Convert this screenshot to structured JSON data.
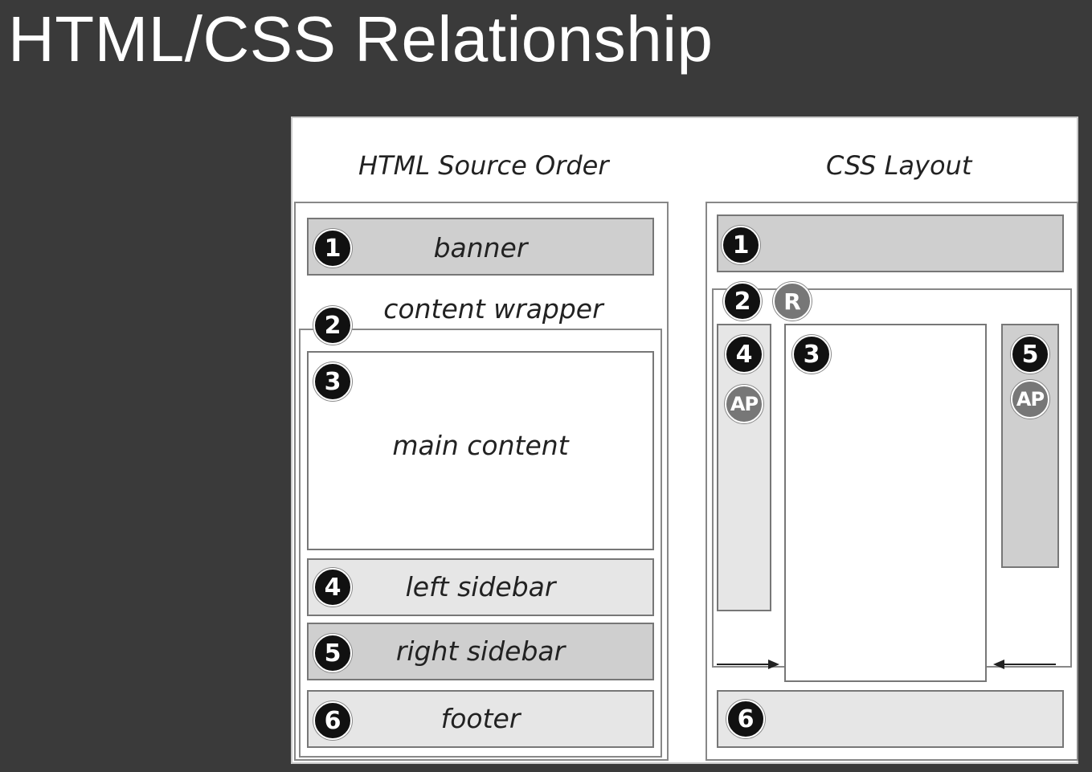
{
  "title": "HTML/CSS Relationship",
  "headings": {
    "source_order": "HTML Source Order",
    "css_layout": "CSS Layout"
  },
  "source_order": {
    "banner": {
      "num": "1",
      "label": "banner"
    },
    "wrapper": {
      "num": "2",
      "label": "content wrapper"
    },
    "main": {
      "num": "3",
      "label": "main content"
    },
    "left": {
      "num": "4",
      "label": "left sidebar"
    },
    "right": {
      "num": "5",
      "label": "right sidebar"
    },
    "footer": {
      "num": "6",
      "label": "footer"
    }
  },
  "css_layout": {
    "banner_num": "1",
    "wrapper_num": "2",
    "relative_badge": "R",
    "main_num": "3",
    "left_num": "4",
    "left_badge": "AP",
    "right_num": "5",
    "right_badge": "AP",
    "footer_num": "6"
  },
  "colors": {
    "background": "#3a3a3a",
    "gray_box": "#cfcfcf",
    "light_box": "#e6e6e6",
    "badge": "#111111",
    "badge_alt": "#777777"
  }
}
